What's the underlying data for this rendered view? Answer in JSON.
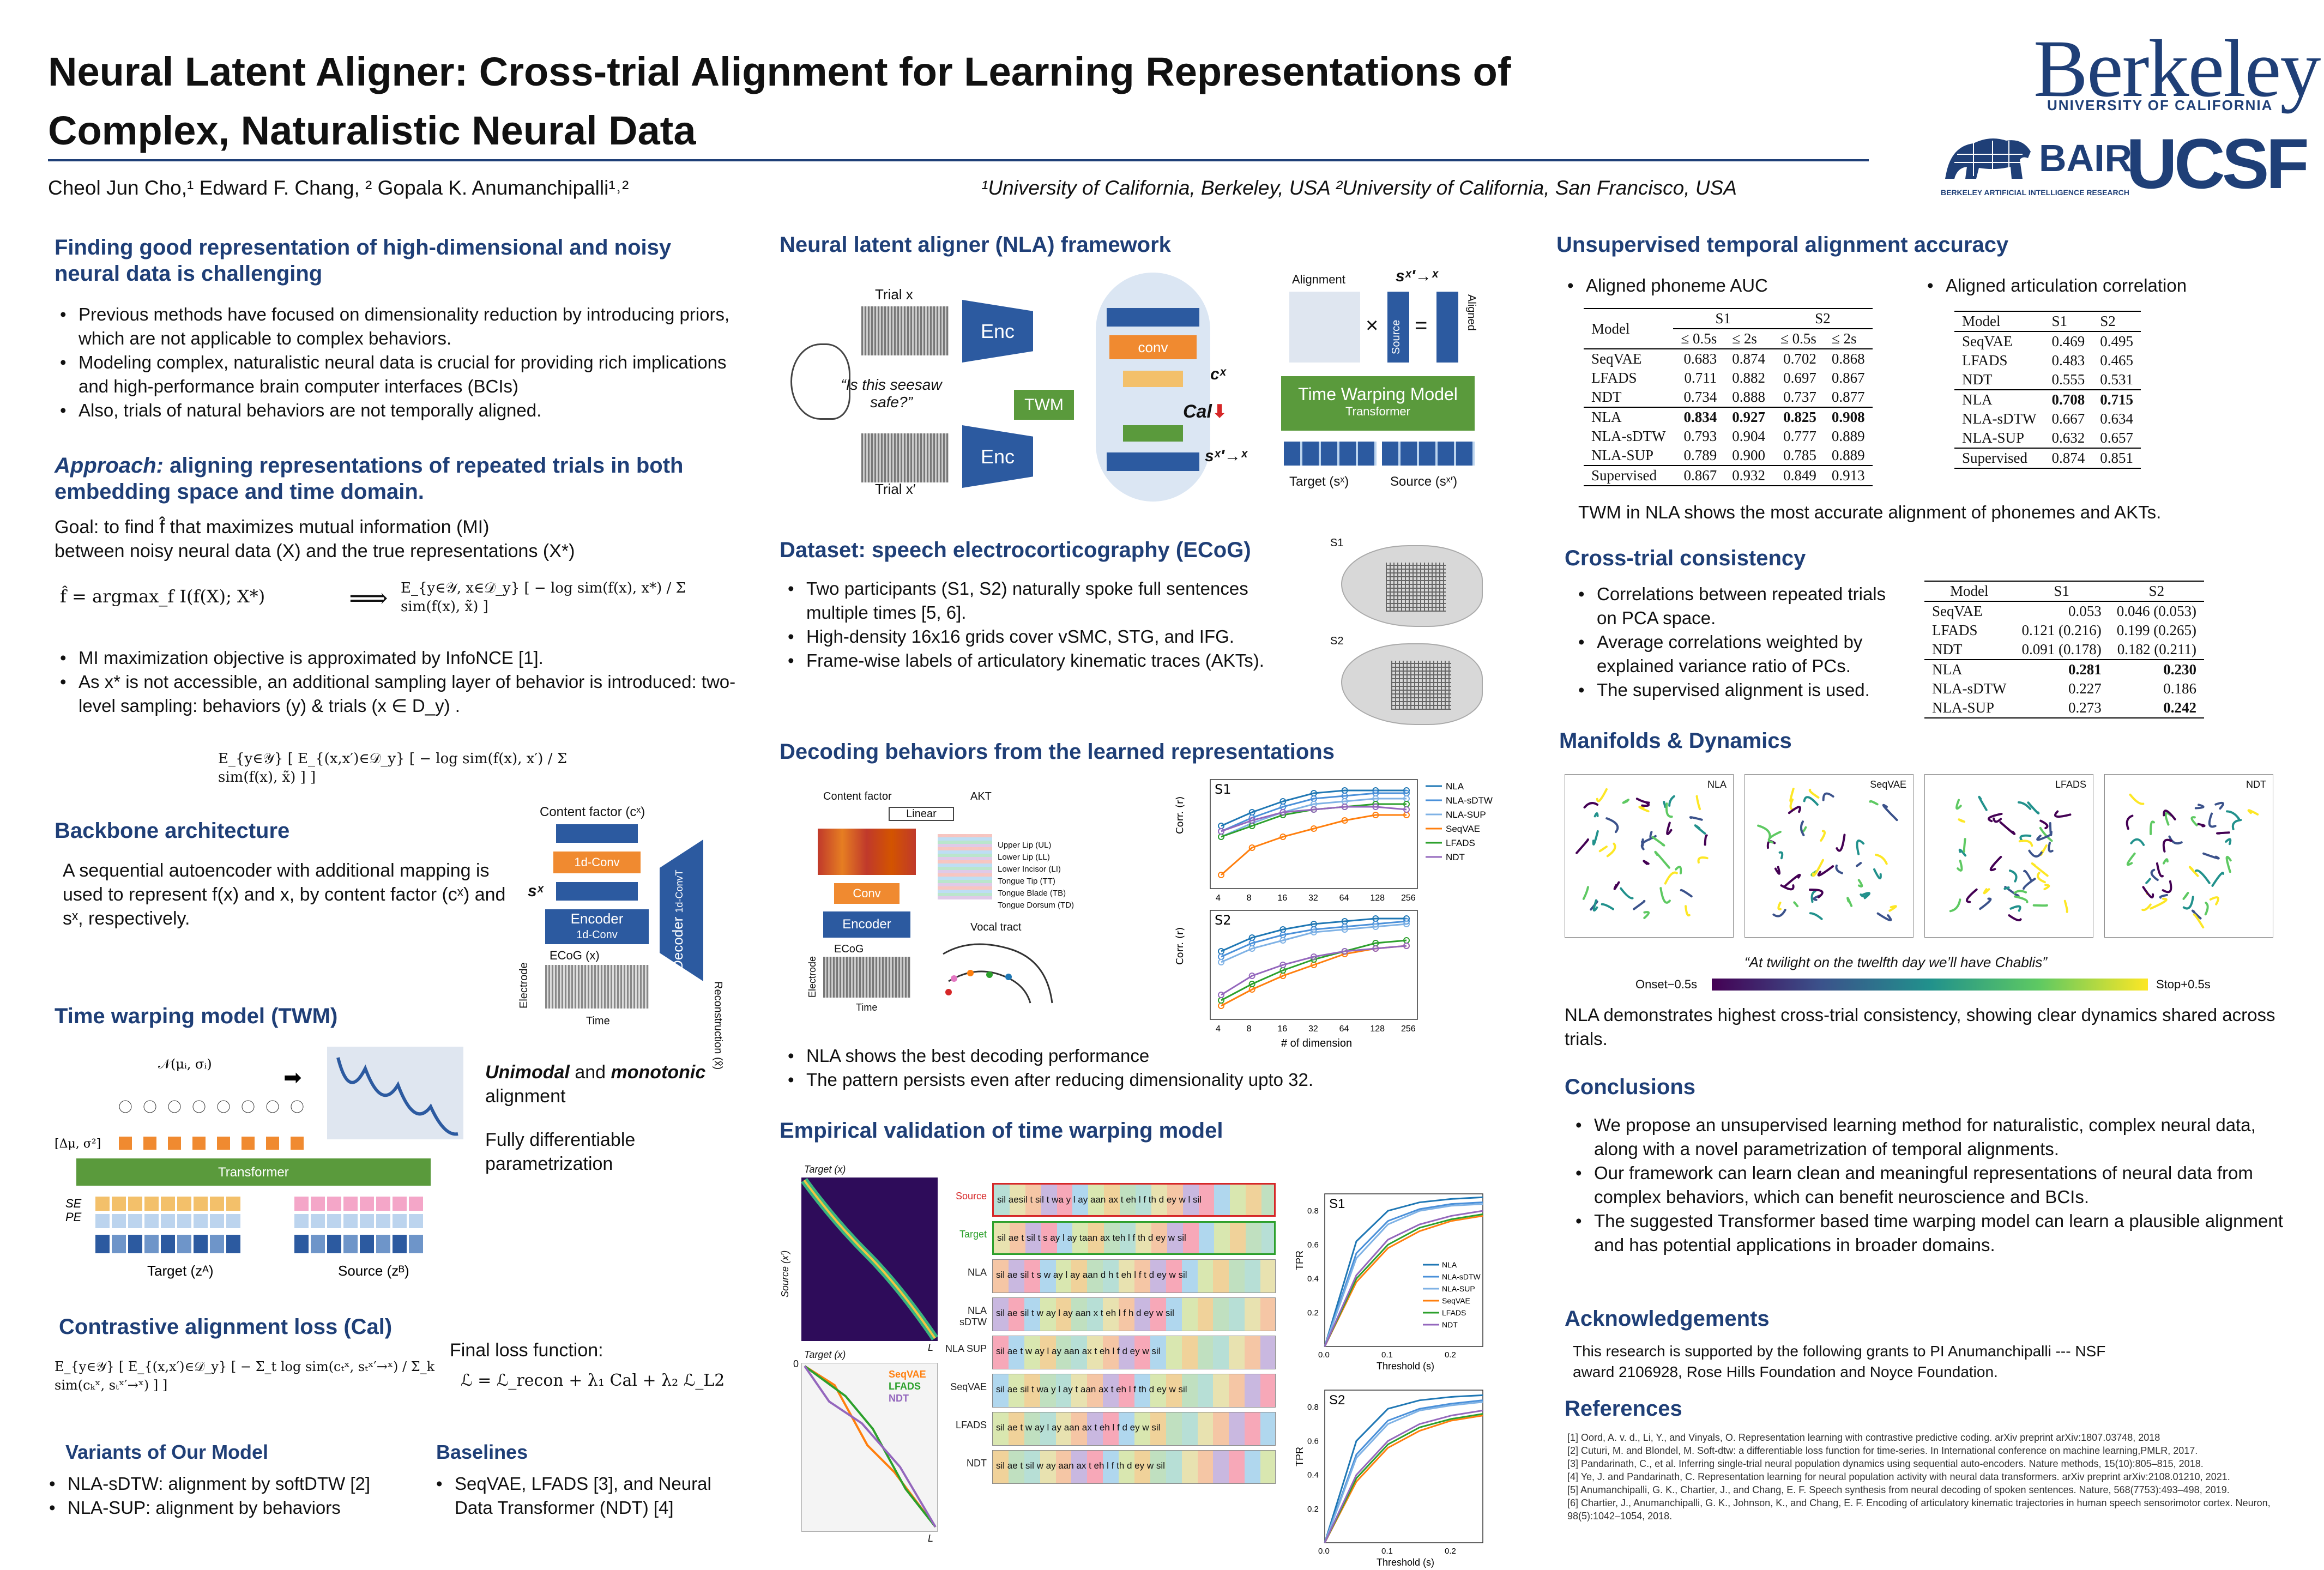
{
  "header": {
    "title_line1": "Neural Latent Aligner: Cross-trial Alignment for Learning Representations of",
    "title_line2": "Complex, Naturalistic Neural Data",
    "authors": "Cheol Jun Cho,¹ Edward F. Chang, ² Gopala K. Anumanchipalli¹˒²",
    "affiliations": "¹University of California, Berkeley, USA ²University of California, San Francisco, USA",
    "logo_berkeley": "Berkeley",
    "logo_berkeley_sub": "UNIVERSITY OF CALIFORNIA",
    "logo_bair": "BAIR",
    "logo_bair_sub": "BERKELEY ARTIFICIAL INTELLIGENCE RESEARCH",
    "logo_ucsf": "UCSF"
  },
  "col1": {
    "s1_title": "Finding good representation of high-dimensional and noisy neural data is challenging",
    "s1_bullets": [
      "Previous methods have focused on dimensionality reduction by introducing priors, which are not applicable to complex behaviors.",
      "Modeling complex, naturalistic neural data is crucial for providing rich implications and high-performance brain computer interfaces (BCIs)",
      "Also, trials of natural behaviors are not temporally aligned."
    ],
    "approach_label": "Approach:",
    "approach_title": " aligning representations of repeated trials in both embedding space and time domain.",
    "goal_line1": "Goal: to find f̂ that maximizes mutual information (MI)",
    "goal_line2": "between noisy neural data (X) and the true representations (X*)",
    "eq1": "f̂ = argmax_f I(f(X); X*)",
    "eq1_arrow": "⟹",
    "eq2": "E_{y∈𝒴, x∈𝒟_y} [ − log sim(f(x), x*) / Σ sim(f(x), x̃) ]",
    "mi_bullets": [
      "MI maximization objective is approximated by InfoNCE [1].",
      "As x* is not accessible, an additional sampling layer of behavior is introduced: two-level sampling: behaviors (y) & trials (x ∈ D_y) ."
    ],
    "eq3": "E_{y∈𝒴} [ E_{(x,x′)∈𝒟_y} [ − log sim(f(x), x′) / Σ sim(f(x), x̃) ] ]",
    "backbone_title": "Backbone architecture",
    "backbone_text": "A sequential autoencoder with additional mapping is used to represent f(x) and x, by content factor (cˣ) and sˣ, respectively.",
    "bb_content": "Content factor (cˣ)",
    "bb_conv": "1d-Conv",
    "bb_sx": "sˣ",
    "bb_encoder": "Encoder",
    "bb_encoder_sub": "1d-Conv",
    "bb_decoder": "Decoder",
    "bb_decoder_sub": "1d-ConvT",
    "bb_recon": "Reconstruction (x̂)",
    "bb_ecog": "ECoG (x)",
    "bb_electrode": "Electrode",
    "bb_time": "Time",
    "twm_title": "Time warping model (TWM)",
    "twm_unimodal": "Unimodal",
    "twm_and": " and ",
    "twm_monotonic": "monotonic",
    "twm_alignment": "alignment",
    "twm_fd": "Fully differentiable parametrization",
    "twm_normal": "𝒩(μᵢ, σᵢ)",
    "twm_dmu": "[Δμ, σ²]",
    "twm_transformer": "Transformer",
    "twm_se": "SE",
    "twm_pe": "PE",
    "twm_target": "Target (zᴬ)",
    "twm_source": "Source (zᴮ)",
    "cal_title": "Contrastive alignment loss (Cal)",
    "cal_eq": "E_{y∈𝒴} [ E_{(x,x′)∈𝒟_y} [ − Σ_t log sim(cₜˣ, sₜˣ′→ˣ) / Σ_k sim(cₖˣ, sₜˣ′→ˣ) ] ]",
    "final_loss_label": "Final loss function:",
    "final_loss": "ℒ = ℒ_recon + λ₁ Cal + λ₂ ℒ_L2",
    "variants_title": "Variants of Our Model",
    "variants": [
      "NLA-sDTW: alignment by softDTW [2]",
      "NLA-SUP: alignment by behaviors"
    ],
    "baselines_title": "Baselines",
    "baselines": [
      "SeqVAE, LFADS [3], and Neural Data Transformer (NDT) [4]"
    ]
  },
  "col2": {
    "nla_title": "Neural latent aligner (NLA) framework",
    "nla_trial_x": "Trial x",
    "nla_trial_xp": "Trial x′",
    "nla_enc": "Enc",
    "nla_twm": "TWM",
    "nla_conv": "conv",
    "nla_cx": "cˣ",
    "nla_cal": "Cal",
    "nla_sx": "sˣ′→ˣ",
    "nla_speech": "“Is this seesaw safe?”",
    "nla_alignment": "Alignment",
    "nla_source": "Source",
    "nla_aligned": "Aligned",
    "nla_twm_box": "Time Warping Model",
    "nla_twm_box_sub": "Transformer",
    "nla_target_lbl": "Target (sˣ)",
    "nla_source_lbl": "Source (sˣ′)",
    "nla_sx_top": "sˣ′→ˣ",
    "ecog_title": "Dataset: speech electrocorticography (ECoG)",
    "ecog_bullets": [
      "Two participants (S1, S2) naturally spoke full sentences multiple times [5, 6].",
      "High-density 16x16 grids cover vSMC, STG, and IFG.",
      "Frame-wise labels of articulatory kinematic traces (AKTs)."
    ],
    "ecog_s1": "S1",
    "ecog_s2": "S2",
    "dec_title": "Decoding behaviors from the learned representations",
    "dec_content": "Content factor",
    "dec_akt": "AKT",
    "dec_linear": "Linear",
    "dec_conv": "Conv",
    "dec_encoder": "Encoder",
    "dec_ecog": "ECoG",
    "dec_electrode": "Electrode",
    "dec_time": "Time",
    "dec_vocal": "Vocal tract",
    "dec_akt_labels": [
      "Upper Lip (UL)",
      "Lower Lip (LL)",
      "Lower Incisor (LI)",
      "Tongue Tip (TT)",
      "Tongue Blade (TB)",
      "Tongue Dorsum (TD)"
    ],
    "dec_bullets": [
      "NLA shows the best decoding performance",
      "The pattern persists even after reducing dimensionality upto 32."
    ],
    "emp_title": "Empirical validation of time warping model",
    "emp_target": "Target (x)",
    "emp_source": "Source (x′)",
    "emp_L": "L",
    "emp_zero": "0",
    "emp_legend": [
      "SeqVAE",
      "LFADS",
      "NDT"
    ],
    "emp_rows": [
      "Source",
      "Target",
      "NLA",
      "NLA sDTW",
      "NLA SUP",
      "SeqVAE",
      "LFADS",
      "NDT"
    ],
    "emp_row_words": [
      "sil aesil t sil t wa y l ay aan ax t eh l f th d ey w l sil",
      "sil ae t sil t s ay l ay taan ax teh l f th d ey w sil",
      "sil ae sil t s w ay l ay aan d h t eh l f t d ey w sil",
      "sil ae sil t w ay l ay aan x t eh l f h d ey w sil",
      "sil ae t w ay l ay aan ax t eh l f d ey w sil",
      "sil ae sil t wa y l ay t aan ax t eh l f th d ey w sil",
      "sil ae t w ay l ay aan ax t eh l f d ey w sil",
      "sil ae t sil w ay aan ax t eh l f th d ey w sil"
    ]
  },
  "col3": {
    "acc_title": "Unsupervised temporal alignment accuracy",
    "acc_b1": "Aligned phoneme AUC",
    "acc_b2": "Aligned articulation correlation",
    "auc_table": {
      "head": [
        "Model",
        "S1",
        "S2"
      ],
      "sub": [
        "≤ 0.5s",
        "≤ 2s",
        "≤ 0.5s",
        "≤ 2s"
      ],
      "rows": [
        [
          "SeqVAE",
          "0.683",
          "0.874",
          "0.702",
          "0.868"
        ],
        [
          "LFADS",
          "0.711",
          "0.882",
          "0.697",
          "0.867"
        ],
        [
          "NDT",
          "0.734",
          "0.888",
          "0.737",
          "0.877"
        ],
        [
          "NLA",
          "0.834",
          "0.927",
          "0.825",
          "0.908"
        ],
        [
          "NLA-sDTW",
          "0.793",
          "0.904",
          "0.777",
          "0.889"
        ],
        [
          "NLA-SUP",
          "0.789",
          "0.900",
          "0.785",
          "0.889"
        ],
        [
          "Supervised",
          "0.867",
          "0.932",
          "0.849",
          "0.913"
        ]
      ]
    },
    "corr_table": {
      "head": [
        "Model",
        "S1",
        "S2"
      ],
      "rows": [
        [
          "SeqVAE",
          "0.469",
          "0.495"
        ],
        [
          "LFADS",
          "0.483",
          "0.465"
        ],
        [
          "NDT",
          "0.555",
          "0.531"
        ],
        [
          "NLA",
          "0.708",
          "0.715"
        ],
        [
          "NLA-sDTW",
          "0.667",
          "0.634"
        ],
        [
          "NLA-SUP",
          "0.632",
          "0.657"
        ],
        [
          "Supervised",
          "0.874",
          "0.851"
        ]
      ]
    },
    "acc_note": "TWM in NLA shows the most accurate alignment of phonemes and AKTs.",
    "cons_title": "Cross-trial consistency",
    "cons_bullets": [
      "Correlations between repeated trials on PCA space.",
      "Average correlations weighted by explained variance ratio of PCs.",
      "The supervised alignment is used."
    ],
    "cons_table": {
      "head": [
        "Model",
        "S1",
        "S2"
      ],
      "rows": [
        [
          "SeqVAE",
          "0.053",
          "0.046 (0.053)"
        ],
        [
          "LFADS",
          "0.121 (0.216)",
          "0.199 (0.265)"
        ],
        [
          "NDT",
          "0.091 (0.178)",
          "0.182 (0.211)"
        ],
        [
          "NLA",
          "0.281",
          "0.230"
        ],
        [
          "NLA-sDTW",
          "0.227",
          "0.186"
        ],
        [
          "NLA-SUP",
          "0.273",
          "0.242"
        ]
      ]
    },
    "man_title": "Manifolds & Dynamics",
    "man_panels": [
      "NLA",
      "SeqVAE",
      "LFADS",
      "NDT"
    ],
    "man_quote": "“At twilight on the twelfth day we’ll have Chablis”",
    "man_onset": "Onset−0.5s",
    "man_stop": "Stop+0.5s",
    "man_note": "NLA demonstrates highest cross-trial consistency, showing clear dynamics shared across trials.",
    "conc_title": "Conclusions",
    "conc_bullets": [
      "We propose an unsupervised learning method for naturalistic, complex neural data, along with a novel parametrization of temporal alignments.",
      "Our framework can learn clean and meaningful representations of neural data from complex behaviors, which can benefit neuroscience and BCIs.",
      "The suggested Transformer based time warping model can learn a plausible alignment and has potential applications in broader domains."
    ],
    "ack_title": "Acknowledgements",
    "ack_text": "This research is supported by the following grants to PI Anumanchipalli --- NSF award 2106928, Rose Hills Foundation and Noyce Foundation.",
    "ref_title": "References",
    "refs": [
      "[1] Oord, A. v. d., Li, Y., and Vinyals, O. Representation learning with contrastive predictive coding. arXiv preprint arXiv:1807.03748, 2018",
      "[2] Cuturi, M. and Blondel, M. Soft-dtw: a differentiable loss function for time-series. In International conference on machine learning,PMLR, 2017.",
      "[3] Pandarinath, C., et al. Inferring single-trial neural population dynamics using sequential auto-encoders. Nature methods, 15(10):805–815, 2018.",
      "[4] Ye, J. and Pandarinath, C. Representation learning for neural population activity with neural data transformers. arXiv preprint arXiv:2108.01210, 2021.",
      "[5] Anumanchipalli, G. K., Chartier, J., and Chang, E. F. Speech synthesis from neural decoding of spoken sentences. Nature, 568(7753):493–498, 2019.",
      "[6] Chartier, J., Anumanchipalli, G. K., Johnson, K., and Chang, E. F. Encoding of articulatory kinematic trajectories in human speech sensorimotor cortex. Neuron, 98(5):1042–1054, 2018."
    ]
  },
  "chart_data": [
    {
      "type": "line",
      "title": "S1",
      "xlabel": "# of dimension",
      "ylabel": "Corr. (r)",
      "categories": [
        "4",
        "8",
        "16",
        "32",
        "64",
        "128",
        "256"
      ],
      "ylim": [
        0.15,
        0.55
      ],
      "series": [
        {
          "name": "NLA",
          "color": "#1f77b4",
          "values": [
            0.38,
            0.43,
            0.47,
            0.5,
            0.51,
            0.51,
            0.51
          ]
        },
        {
          "name": "NLA-sDTW",
          "color": "#4a90d9",
          "values": [
            0.36,
            0.41,
            0.45,
            0.48,
            0.49,
            0.5,
            0.5
          ]
        },
        {
          "name": "NLA-SUP",
          "color": "#7fb2e5",
          "values": [
            0.34,
            0.39,
            0.43,
            0.46,
            0.47,
            0.48,
            0.48
          ]
        },
        {
          "name": "SeqVAE",
          "color": "#ff7f0e",
          "values": [
            0.2,
            0.3,
            0.34,
            0.37,
            0.4,
            0.42,
            0.42
          ]
        },
        {
          "name": "LFADS",
          "color": "#2ca02c",
          "values": [
            0.34,
            0.38,
            0.42,
            0.44,
            0.45,
            0.46,
            0.46
          ]
        },
        {
          "name": "NDT",
          "color": "#9467bd",
          "values": [
            0.36,
            0.4,
            0.43,
            0.44,
            0.45,
            0.45,
            0.44
          ]
        }
      ]
    },
    {
      "type": "line",
      "title": "S2",
      "xlabel": "# of dimension",
      "ylabel": "Corr. (r)",
      "categories": [
        "4",
        "8",
        "16",
        "32",
        "64",
        "128",
        "256"
      ],
      "ylim": [
        0.15,
        0.55
      ],
      "series": [
        {
          "name": "NLA",
          "color": "#1f77b4",
          "values": [
            0.4,
            0.45,
            0.48,
            0.5,
            0.51,
            0.52,
            0.52
          ]
        },
        {
          "name": "NLA-sDTW",
          "color": "#4a90d9",
          "values": [
            0.38,
            0.43,
            0.46,
            0.48,
            0.49,
            0.5,
            0.51
          ]
        },
        {
          "name": "NLA-SUP",
          "color": "#7fb2e5",
          "values": [
            0.36,
            0.41,
            0.44,
            0.47,
            0.48,
            0.49,
            0.5
          ]
        },
        {
          "name": "SeqVAE",
          "color": "#ff7f0e",
          "values": [
            0.2,
            0.26,
            0.31,
            0.35,
            0.39,
            0.41,
            0.42
          ]
        },
        {
          "name": "LFADS",
          "color": "#2ca02c",
          "values": [
            0.22,
            0.28,
            0.33,
            0.37,
            0.4,
            0.43,
            0.44
          ]
        },
        {
          "name": "NDT",
          "color": "#9467bd",
          "values": [
            0.24,
            0.31,
            0.35,
            0.38,
            0.4,
            0.41,
            0.42
          ]
        }
      ]
    },
    {
      "type": "line",
      "title": "S1",
      "xlabel": "Threshold (s)",
      "ylabel": "TPR",
      "x": [
        0.0,
        0.05,
        0.1,
        0.15,
        0.2,
        0.25
      ],
      "ylim": [
        0.0,
        0.9
      ],
      "series": [
        {
          "name": "NLA",
          "color": "#1f77b4",
          "values": [
            0.0,
            0.62,
            0.8,
            0.85,
            0.87,
            0.88
          ]
        },
        {
          "name": "NLA-sDTW",
          "color": "#4a90d9",
          "values": [
            0.0,
            0.55,
            0.74,
            0.81,
            0.84,
            0.85
          ]
        },
        {
          "name": "NLA-SUP",
          "color": "#7fb2e5",
          "values": [
            0.0,
            0.52,
            0.72,
            0.8,
            0.83,
            0.84
          ]
        },
        {
          "name": "SeqVAE",
          "color": "#ff7f0e",
          "values": [
            0.0,
            0.38,
            0.58,
            0.68,
            0.74,
            0.77
          ]
        },
        {
          "name": "LFADS",
          "color": "#2ca02c",
          "values": [
            0.0,
            0.4,
            0.6,
            0.7,
            0.75,
            0.78
          ]
        },
        {
          "name": "NDT",
          "color": "#9467bd",
          "values": [
            0.0,
            0.42,
            0.63,
            0.72,
            0.77,
            0.8
          ]
        }
      ]
    },
    {
      "type": "line",
      "title": "S2",
      "xlabel": "Threshold (s)",
      "ylabel": "TPR",
      "x": [
        0.0,
        0.05,
        0.1,
        0.15,
        0.2,
        0.25
      ],
      "ylim": [
        0.0,
        0.9
      ],
      "series": [
        {
          "name": "NLA",
          "color": "#1f77b4",
          "values": [
            0.0,
            0.6,
            0.79,
            0.84,
            0.86,
            0.87
          ]
        },
        {
          "name": "NLA-sDTW",
          "color": "#4a90d9",
          "values": [
            0.0,
            0.52,
            0.72,
            0.79,
            0.82,
            0.84
          ]
        },
        {
          "name": "NLA-SUP",
          "color": "#7fb2e5",
          "values": [
            0.0,
            0.5,
            0.7,
            0.78,
            0.81,
            0.83
          ]
        },
        {
          "name": "SeqVAE",
          "color": "#ff7f0e",
          "values": [
            0.0,
            0.36,
            0.56,
            0.66,
            0.72,
            0.75
          ]
        },
        {
          "name": "LFADS",
          "color": "#2ca02c",
          "values": [
            0.0,
            0.38,
            0.58,
            0.68,
            0.73,
            0.76
          ]
        },
        {
          "name": "NDT",
          "color": "#9467bd",
          "values": [
            0.0,
            0.4,
            0.6,
            0.7,
            0.75,
            0.78
          ]
        }
      ]
    }
  ]
}
